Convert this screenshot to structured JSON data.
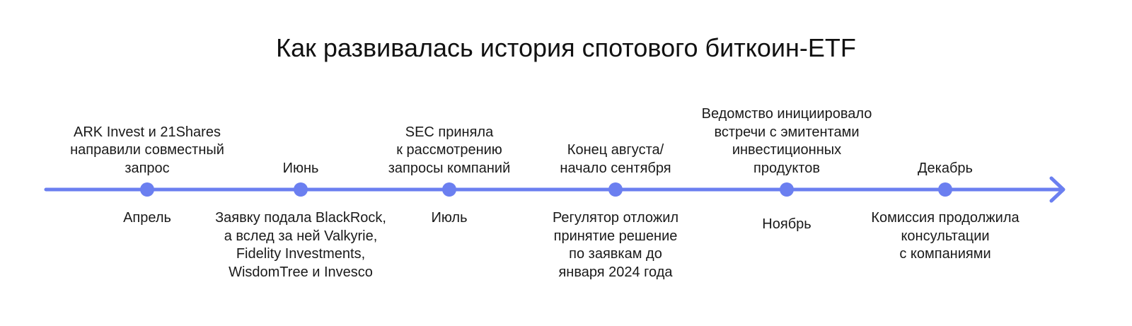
{
  "title": "Как развивалась история спотового биткоин-ETF",
  "colors": {
    "accent": "#6b7ff0",
    "text": "#1a1a1a"
  },
  "events": [
    {
      "id": "april",
      "above": "ARK Invest и 21Shares\nнаправили совместный\nзапрос",
      "below": "Апрель"
    },
    {
      "id": "june",
      "above": "Июнь",
      "below": "Заявку подала BlackRock,\nа вслед за ней Valkyrie,\nFidelity Investments,\nWisdomTree и Invesco"
    },
    {
      "id": "july",
      "above": "SEC приняла\nк рассмотрению\nзапросы компаний",
      "below": "Июль"
    },
    {
      "id": "aug-sep",
      "above": "Конец августа/\nначало сентября",
      "below": "Регулятор отложил\nпринятие решение\nпо заявкам до\nянваря 2024 года"
    },
    {
      "id": "november",
      "above": "Ведомство инициировало\nвстречи с эмитентами\nинвестиционных\nпродуктов",
      "below": "Ноябрь"
    },
    {
      "id": "december",
      "above": "Декабрь",
      "below": "Комиссия продолжила\nконсультации\nс компаниями"
    }
  ]
}
